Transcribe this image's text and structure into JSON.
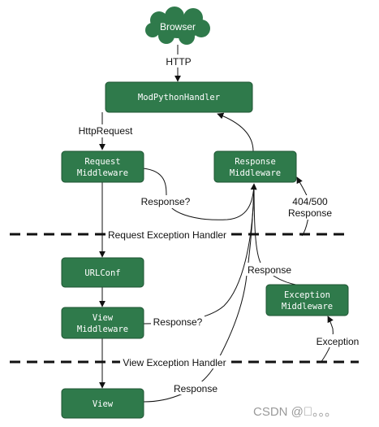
{
  "nodes": {
    "browser": "Browser",
    "mod_python_handler": "ModPythonHandler",
    "request_middleware": [
      "Request",
      "Middleware"
    ],
    "response_middleware": [
      "Response",
      "Middleware"
    ],
    "urlconf": "URLConf",
    "view_middleware": [
      "View",
      "Middleware"
    ],
    "exception_middleware": [
      "Exception",
      "Middleware"
    ],
    "view": "View"
  },
  "edge_labels": {
    "http": "HTTP",
    "http_request": "HttpRequest",
    "response_q_request": "Response?",
    "status_404_500": [
      "404/500",
      "Response"
    ],
    "response_exception": "Response",
    "response_q_view": "Response?",
    "exception": "Exception",
    "response_view": "Response"
  },
  "dividers": {
    "request_exception_handler": "Request Exception Handler",
    "view_exception_handler": "View Exception Handler"
  },
  "watermark": "CSDN @\u0000。。。",
  "colors": {
    "node_fill": "#2f7a4b",
    "node_border": "#1f5433",
    "node_text": "#ffffff",
    "line": "#111111"
  }
}
